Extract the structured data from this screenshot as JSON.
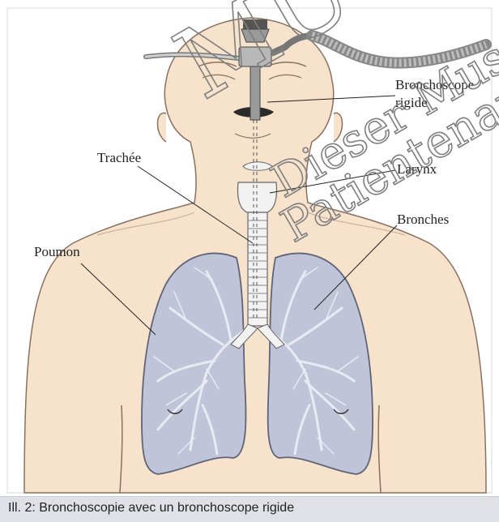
{
  "labels": {
    "bronchoscope": "Bronchoscope",
    "bronchoscope_2": "rigide",
    "trachea": "Trachée",
    "larynx": "Larynx",
    "bronchi": "Bronches",
    "lung": "Poumon"
  },
  "watermark": {
    "line1": "MU",
    "line2": "Dieser Muster",
    "line3": "Patientenaufl"
  },
  "caption": "Ill. 2: Bronchoscopie avec un bronchoscope rigide",
  "colors": {
    "skin": "#f7e2cc",
    "skin_outline": "#8a7060",
    "lung_fill": "#bfc4d8",
    "lung_outline": "#5f6478",
    "airway_fill": "#f2f2f2",
    "watermark": "#7f7f7f",
    "caption_bg": "#dfe1e6"
  }
}
